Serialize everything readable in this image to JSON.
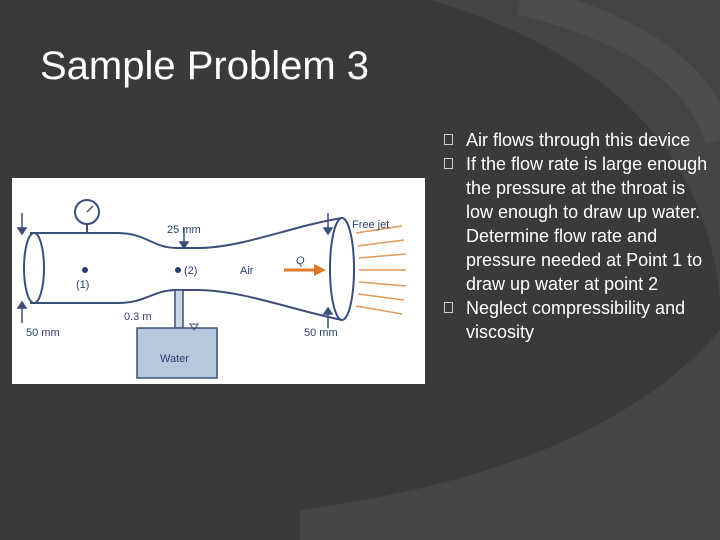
{
  "slide": {
    "title": "Sample Problem 3",
    "bullets": [
      "Air flows through this device",
      "If the flow rate is large enough the pressure at the throat is low enough to draw up water. Determine flow rate and pressure needed at Point 1 to draw up water at point 2",
      "Neglect compressibility and viscosity"
    ]
  },
  "figure": {
    "labels": {
      "throat_diameter": "25 mm",
      "free_jet": "Free jet",
      "point1": "(1)",
      "point2": "(2)",
      "air": "Air",
      "flow": "Q",
      "inlet_diameter": "50 mm",
      "outlet_diameter": "50 mm",
      "tube_height": "0.3 m",
      "water": "Water"
    }
  },
  "colors": {
    "background": "#3a3a3a",
    "text": "#ffffff",
    "pipe_outline": "#3b4f7a",
    "arrow": "#e07a2a",
    "water": "#b7c8dc"
  }
}
